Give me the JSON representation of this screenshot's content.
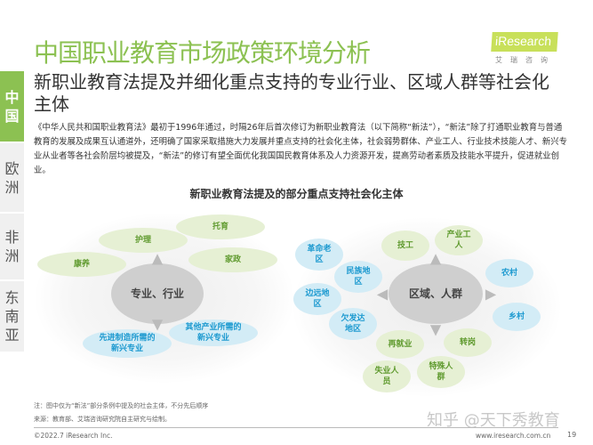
{
  "header": {
    "title": "中国职业教育市场政策环境分析",
    "logo": "iResearch",
    "logo_sub": "艾瑞咨询",
    "accent": "#8cc152"
  },
  "sidebar": {
    "items": [
      {
        "label": "中国",
        "active": true
      },
      {
        "label": "欧洲"
      },
      {
        "label": "非洲"
      },
      {
        "label": "东南亚"
      }
    ]
  },
  "subtitle": "新职业教育法提及并细化重点支持的专业行业、区域人群等社会化主体",
  "description": "《中华人民共和国职业教育法》最初于1996年通过，时隔26年后首次修订为新职业教育法（以下简称“新法”），“新法”除了打通职业教育与普通教育的发展及成果互认通道外，还明确了国家采取措施大力发展并重点支持的社会化主体，社会弱势群体、产业工人、行业技术技能人才、新兴专业从业者等各社会阶层均被提及，“新法”的修订有望全面优化我国国民教育体系及人力资源开发，提高劳动者素质及技能水平提升，促进就业创业。",
  "diagram": {
    "title": "新职业教育法提及的部分重点支持社会化主体",
    "left": {
      "center": "专业、行业",
      "green": [
        "托育",
        "护理",
        "家政",
        "康养"
      ],
      "blue": [
        "其他产业所需的新兴专业",
        "先进制造所需的新兴专业"
      ]
    },
    "right": {
      "center": "区域、人群",
      "green": [
        "技工",
        "产业工人",
        "再就业",
        "转岗",
        "失业人员",
        "特殊人群"
      ],
      "blue": [
        "革命老区",
        "民族地区",
        "边远地区",
        "欠发达地区",
        "农村",
        "乡村"
      ]
    }
  },
  "footer": {
    "note": "注：图中仅为“新法”部分条例中提及的社会主体，不分先后顺序",
    "source": "来源：教育部、艾瑞咨询研究院自主研究与绘制。",
    "copyright": "©2022.7 iResearch Inc.",
    "url": "www.iresearch.com.cn",
    "page": "19",
    "watermark": "知乎 @天下秀教育"
  }
}
